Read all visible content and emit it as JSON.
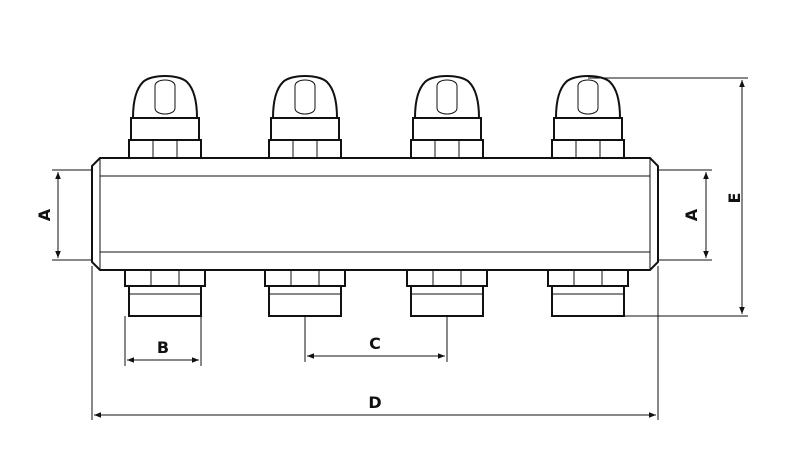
{
  "drawing": {
    "dimension_labels": {
      "a_left": "A",
      "a_right": "A",
      "b": "B",
      "c": "C",
      "d": "D",
      "e": "E"
    },
    "ports": 4
  }
}
